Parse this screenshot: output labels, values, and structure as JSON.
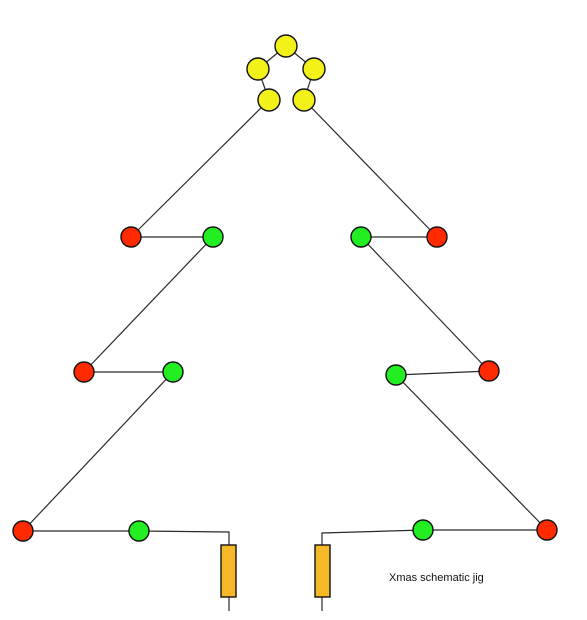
{
  "diagram": {
    "caption": "Xmas schematic jig",
    "colors": {
      "star_led": "#f2f21a",
      "red_led": "#ff2a00",
      "green_led": "#22ee22",
      "resistor": "#f5b829",
      "wire": "#2a2a2a",
      "background": "#ffffff"
    },
    "components": {
      "star_leds": 5,
      "red_leds": 6,
      "green_leds": 6,
      "resistors": 2
    }
  }
}
